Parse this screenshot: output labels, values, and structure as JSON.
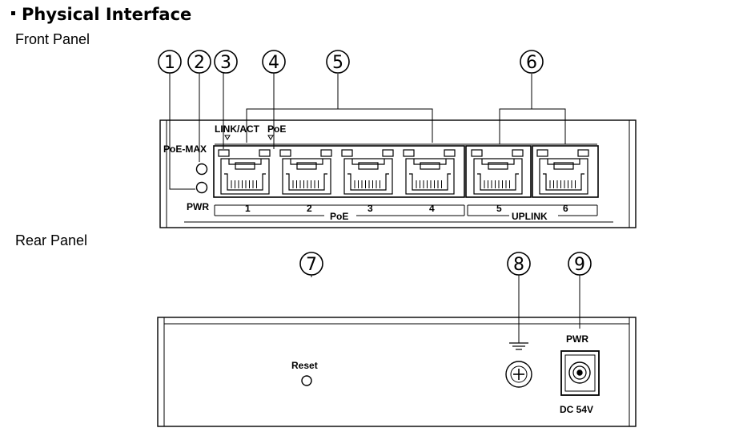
{
  "header": {
    "title": "Physical Interface"
  },
  "front_panel": {
    "label": "Front Panel",
    "callouts": [
      "1",
      "2",
      "3",
      "4",
      "5",
      "6"
    ],
    "labels": {
      "link_act": "LINK/ACT",
      "poe_led": "PoE",
      "poe_max": "PoE-MAX",
      "pwr": "PWR",
      "poe_group": "PoE",
      "uplink_group": "UPLINK"
    },
    "ports": [
      "1",
      "2",
      "3",
      "4",
      "5",
      "6"
    ]
  },
  "rear_panel": {
    "label": "Rear Panel",
    "callouts": [
      "7",
      "8",
      "9"
    ],
    "labels": {
      "reset": "Reset",
      "pwr": "PWR",
      "dc": "DC 54V"
    }
  }
}
